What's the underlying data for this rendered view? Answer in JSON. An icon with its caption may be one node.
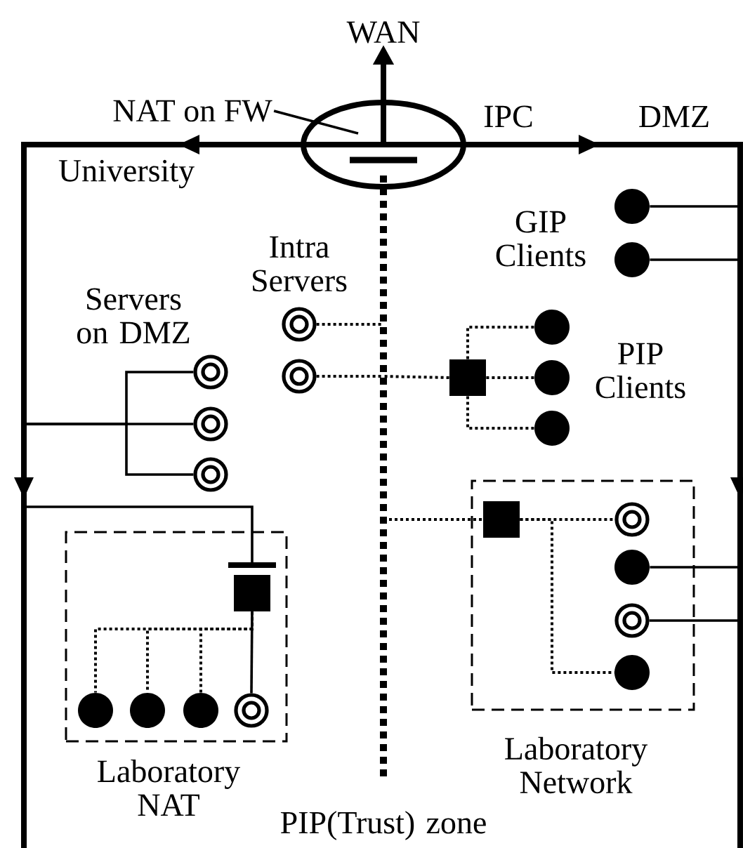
{
  "diagram": {
    "nodes": [
      {
        "text": [
          "WAN"
        ]
      },
      {
        "text": [
          "NAT on FW"
        ]
      },
      {
        "text": [],
        "shape": "ellipse"
      },
      {
        "text": [],
        "shape": "circle"
      },
      {
        "text": [],
        "shape": "circle"
      },
      {
        "text": [],
        "shape": "ring"
      },
      {
        "text": [],
        "shape": "circle"
      },
      {
        "text": [],
        "shape": "ring"
      },
      {
        "text": [],
        "shape": "ring"
      },
      {
        "text": [],
        "shape": "box"
      },
      {
        "text": [],
        "shape": "circle"
      },
      {
        "text": [],
        "shape": "ring"
      },
      {
        "text": [],
        "shape": "circle"
      },
      {
        "text": [],
        "shape": "ring"
      },
      {
        "text": [
          "Laboratory NAT"
        ]
      },
      {
        "text": [],
        "shape": "box",
        "in": 14
      },
      {
        "text": [],
        "shape": "circle",
        "in": 14
      },
      {
        "text": [],
        "shape": "circle",
        "in": 14
      },
      {
        "text": [],
        "shape": "circle",
        "in": 14
      },
      {
        "text": [],
        "shape": "ring",
        "in": 14
      },
      {
        "text": [
          "Laboratory Network"
        ]
      },
      {
        "text": [],
        "shape": "box",
        "in": 20
      },
      {
        "text": [],
        "shape": "ring",
        "in": 20
      },
      {
        "text": [],
        "shape": "circle",
        "in": 20
      },
      {
        "text": [],
        "shape": "ring",
        "in": 20
      },
      {
        "text": [],
        "shape": "circle",
        "in": 20
      }
    ],
    "edges": [
      {
        "from": 1,
        "to": 2,
        "arrow": "none"
      },
      {
        "from": 2,
        "to": 0,
        "arrow": "to",
        "style": "thick"
      },
      {
        "from": 3,
        "to": null,
        "arrow": "none"
      },
      {
        "from": 4,
        "to": null,
        "arrow": "none"
      },
      {
        "from": 5,
        "to": null,
        "arrow": "none",
        "style": "dashed"
      },
      {
        "from": 8,
        "to": null,
        "arrow": "none",
        "style": "dashed"
      },
      {
        "from": 9,
        "to": null,
        "arrow": "none",
        "style": "dashed"
      },
      {
        "from": 9,
        "to": 6,
        "arrow": "none",
        "style": "dashed"
      },
      {
        "from": 9,
        "to": 10,
        "arrow": "none",
        "style": "dashed"
      },
      {
        "from": 9,
        "to": 12,
        "arrow": "none",
        "style": "dashed"
      },
      {
        "from": 7,
        "to": null,
        "arrow": "none"
      },
      {
        "from": 11,
        "to": null,
        "arrow": "none"
      },
      {
        "from": 13,
        "to": null,
        "arrow": "none"
      },
      {
        "from": null,
        "to": 15,
        "arrow": "none"
      },
      {
        "from": 15,
        "to": 19,
        "arrow": "none"
      },
      {
        "from": 15,
        "to": 16,
        "arrow": "none",
        "style": "dashed"
      },
      {
        "from": 15,
        "to": 17,
        "arrow": "none",
        "style": "dashed"
      },
      {
        "from": 15,
        "to": 18,
        "arrow": "none",
        "style": "dashed"
      },
      {
        "from": null,
        "to": 21,
        "arrow": "none",
        "style": "dashed"
      },
      {
        "from": 21,
        "to": 22,
        "arrow": "none",
        "style": "dashed"
      },
      {
        "from": 21,
        "to": 25,
        "arrow": "none",
        "style": "dashed"
      },
      {
        "from": 23,
        "to": null,
        "arrow": "none"
      },
      {
        "from": 24,
        "to": null,
        "arrow": "none"
      }
    ],
    "labels": [
      "IPC",
      "DMZ",
      "University",
      "GIP Clients",
      "Intra Servers",
      "Servers on DMZ",
      "PIP Clients",
      "PIP(Trust) zone"
    ]
  }
}
